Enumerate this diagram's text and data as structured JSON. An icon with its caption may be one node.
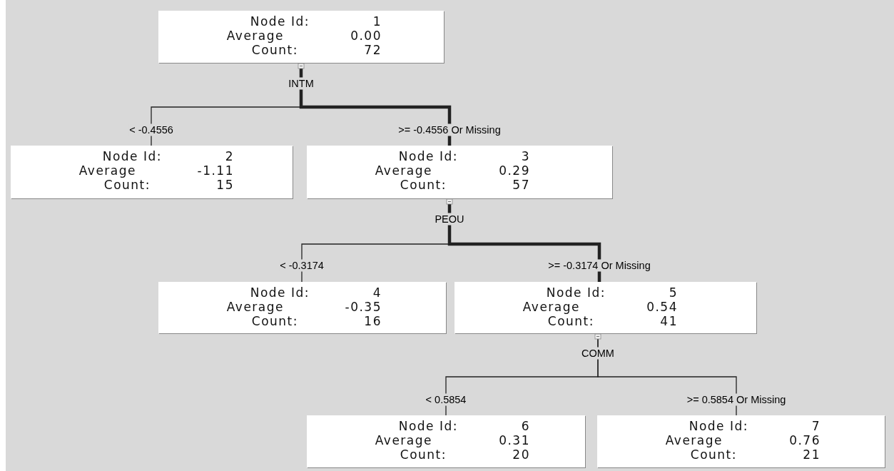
{
  "diagram": {
    "nodes": [
      {
        "text": [
          "Node Id:",
          "1",
          "Average",
          "0.00",
          "Count:",
          "72"
        ],
        "beside": [
          "INTM"
        ]
      },
      {
        "text": [
          "Node Id:",
          "2",
          "Average",
          "-1.11",
          "Count:",
          "15"
        ]
      },
      {
        "text": [
          "Node Id:",
          "3",
          "Average",
          "0.29",
          "Count:",
          "57"
        ],
        "beside": [
          "PEOU"
        ]
      },
      {
        "text": [
          "Node Id:",
          "4",
          "Average",
          "-0.35",
          "Count:",
          "16"
        ]
      },
      {
        "text": [
          "Node Id:",
          "5",
          "Average",
          "0.54",
          "Count:",
          "41"
        ],
        "beside": [
          "COMM"
        ]
      },
      {
        "text": [
          "Node Id:",
          "6",
          "Average",
          "0.31",
          "Count:",
          "20"
        ]
      },
      {
        "text": [
          "Node Id:",
          "7",
          "Average",
          "0.76",
          "Count:",
          "21"
        ]
      }
    ],
    "edges": [
      {
        "from": 0,
        "to": 1,
        "arrow": "none",
        "label": "< -0.4556"
      },
      {
        "from": 0,
        "to": 2,
        "arrow": "none",
        "label": ">= -0.4556 Or Missing",
        "style": "thick"
      },
      {
        "from": 2,
        "to": 3,
        "arrow": "none",
        "label": "< -0.3174"
      },
      {
        "from": 2,
        "to": 4,
        "arrow": "none",
        "label": ">= -0.3174 Or Missing",
        "style": "thick"
      },
      {
        "from": 4,
        "to": 5,
        "arrow": "none",
        "label": "< 0.5854"
      },
      {
        "from": 4,
        "to": 6,
        "arrow": "none",
        "label": ">= 0.5854 Or Missing"
      }
    ]
  }
}
